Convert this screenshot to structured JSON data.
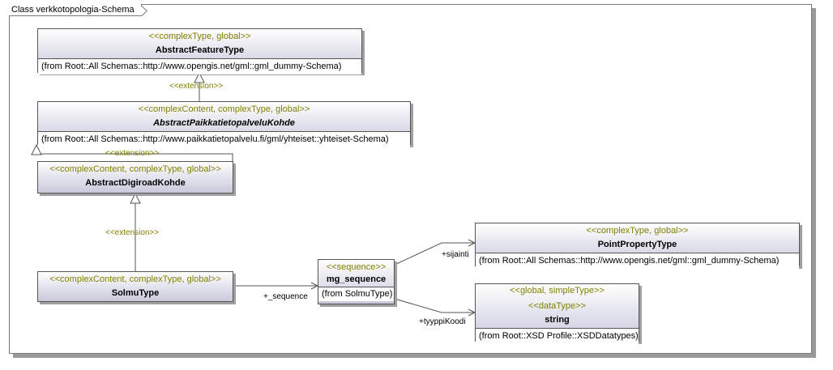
{
  "frame_title": "Class verkkotopologia-Schema",
  "classes": {
    "abstract_feature_type": {
      "stereotype": "<<complexType, global>>",
      "name": "AbstractFeatureType",
      "from": "(from Root::All Schemas::http://www.opengis.net/gml::gml_dummy-Schema)"
    },
    "abstract_paikka": {
      "stereotype": "<<complexContent, complexType, global>>",
      "name": "AbstractPaikkatietopalveluKohde",
      "from": "(from Root::All Schemas::http://www.paikkatietopalvelu.fi/gml/yhteiset::yhteiset-Schema)"
    },
    "abstract_digiroad": {
      "stereotype": "<<complexContent, complexType, global>>",
      "name": "AbstractDigiroadKohde"
    },
    "solmu_type": {
      "stereotype": "<<complexContent, complexType, global>>",
      "name": "SolmuType"
    },
    "mg_sequence": {
      "stereotype": "<<sequence>>",
      "name": "mg_sequence",
      "from": "(from SolmuType)"
    },
    "point_property_type": {
      "stereotype": "<<complexType, global>>",
      "name": "PointPropertyType",
      "from": "(from Root::All Schemas::http://www.opengis.net/gml::gml_dummy-Schema)"
    },
    "string_type": {
      "stereotype": "<<global, simpleType>>",
      "stereotype2": "<<dataType>>",
      "name": "string",
      "from": "(from Root::XSD Profile::XSDDatatypes)"
    }
  },
  "links": {
    "ext1": "<<extension>>",
    "ext2": "<<extension>>",
    "ext3": "<<extension>>",
    "seq_role": "+_sequence",
    "sijainti_role": "+sijainti",
    "tyyppi_role": "+tyyppiKoodi"
  },
  "colors": {
    "stereotype": "#808000",
    "border": "#555555"
  }
}
